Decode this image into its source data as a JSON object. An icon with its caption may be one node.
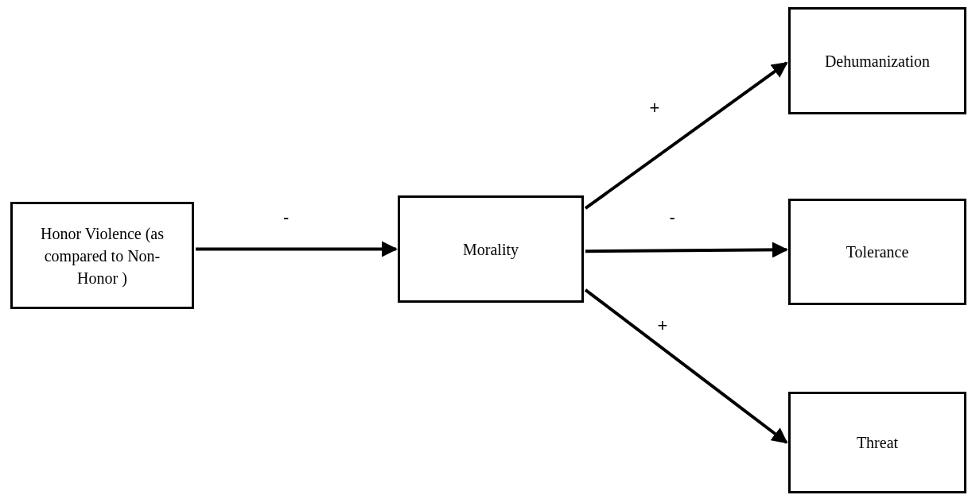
{
  "diagram": {
    "nodes": [
      {
        "text": [
          "Honor Violence (as compared to Non-Honor )"
        ]
      },
      {
        "text": [
          "Morality"
        ]
      },
      {
        "text": [
          "Dehumanization"
        ]
      },
      {
        "text": [
          "Tolerance"
        ]
      },
      {
        "text": [
          "Threat"
        ]
      }
    ],
    "edges": [
      {
        "from": 0,
        "to": 1,
        "arrow": "to",
        "label": "-"
      },
      {
        "from": 1,
        "to": 2,
        "arrow": "to",
        "label": "+"
      },
      {
        "from": 1,
        "to": 3,
        "arrow": "to",
        "label": "-"
      },
      {
        "from": 1,
        "to": 4,
        "arrow": "to",
        "label": "+"
      }
    ]
  }
}
